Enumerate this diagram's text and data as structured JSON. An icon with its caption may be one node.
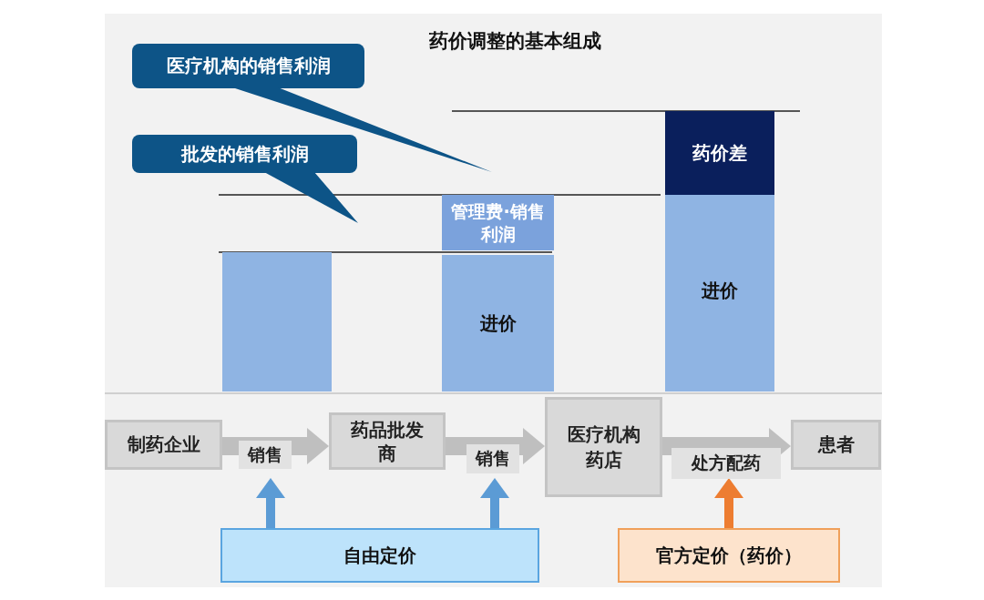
{
  "diagram": {
    "title": "药价调整的基本组成",
    "nodes": [
      {
        "text": [
          "医疗机构的销售利润"
        ]
      },
      {
        "text": [
          "批发的销售利润"
        ]
      },
      {
        "text": [],
        "shape": "bar"
      },
      {
        "text": [
          "管理费·销售利润"
        ]
      },
      {
        "text": [
          "进价"
        ]
      },
      {
        "text": [
          "药价差"
        ]
      },
      {
        "text": [
          "进价"
        ]
      },
      {
        "text": [
          "制药企业"
        ]
      },
      {
        "text": [
          "药品批发商"
        ]
      },
      {
        "text": [
          "医疗机构药店"
        ]
      },
      {
        "text": [
          "患者"
        ]
      },
      {
        "text": [
          "自由定价"
        ]
      },
      {
        "text": [
          "官方定价（药价）"
        ]
      }
    ],
    "edges": [
      {
        "from": 7,
        "to": 8,
        "arrow": "to",
        "label": "销售",
        "style": "thick"
      },
      {
        "from": 8,
        "to": 9,
        "arrow": "to",
        "label": "销售",
        "style": "thick"
      },
      {
        "from": 9,
        "to": 10,
        "arrow": "to",
        "label": "处方配药",
        "style": "thick"
      },
      {
        "from": 11,
        "to": null,
        "arrow": "to",
        "color": "#5b9bd5"
      },
      {
        "from": 11,
        "to": null,
        "arrow": "to",
        "color": "#5b9bd5"
      },
      {
        "from": 12,
        "to": null,
        "arrow": "to",
        "color": "#ed7d31"
      }
    ]
  }
}
